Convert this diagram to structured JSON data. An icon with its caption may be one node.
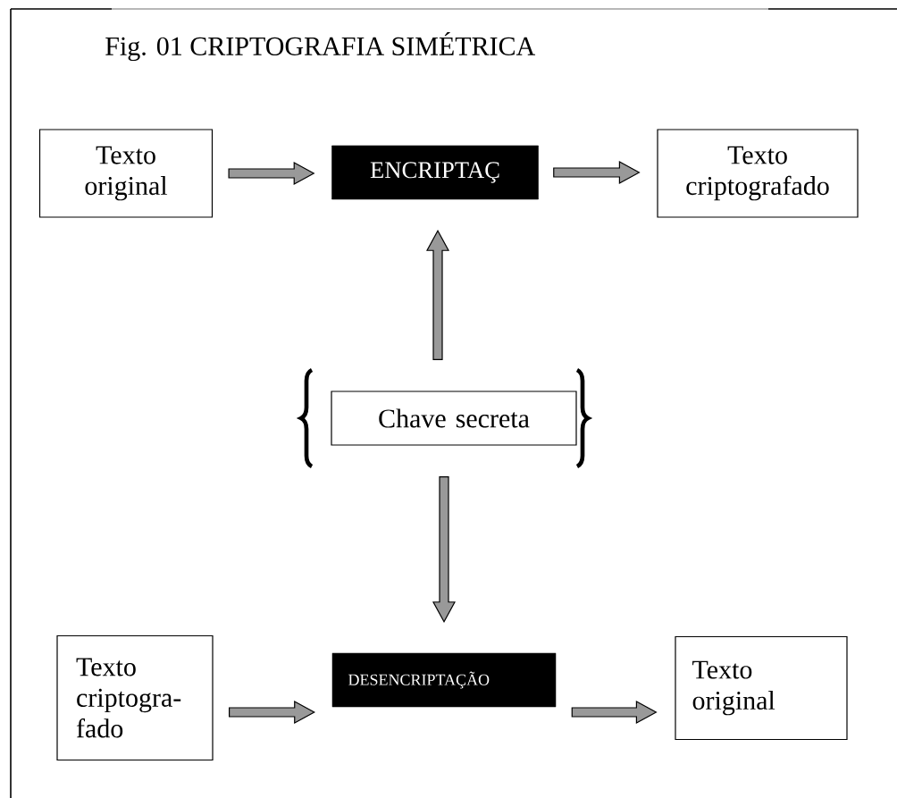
{
  "diagram": {
    "title": "Fig. 01 CRIPTOGRAFIA SIMÉTRICA",
    "nodes": [
      {
        "text": [
          "Texto original"
        ]
      },
      {
        "text": [
          "ENCRIPTAÇ"
        ]
      },
      {
        "text": [
          "Texto criptografado"
        ]
      },
      {
        "text": [
          "Chave secreta"
        ]
      },
      {
        "text": [
          "Texto criptogra-fado"
        ]
      },
      {
        "text": [
          "DESENCRIPTAÇÃO"
        ]
      },
      {
        "text": [
          "Texto original"
        ]
      }
    ],
    "edges": [
      {
        "from": 0,
        "to": 1,
        "arrow": "to"
      },
      {
        "from": 1,
        "to": 2,
        "arrow": "to"
      },
      {
        "from": 3,
        "to": 1,
        "arrow": "to"
      },
      {
        "from": 3,
        "to": 5,
        "arrow": "to"
      },
      {
        "from": 4,
        "to": 5,
        "arrow": "to"
      },
      {
        "from": 5,
        "to": 6,
        "arrow": "to"
      }
    ]
  }
}
